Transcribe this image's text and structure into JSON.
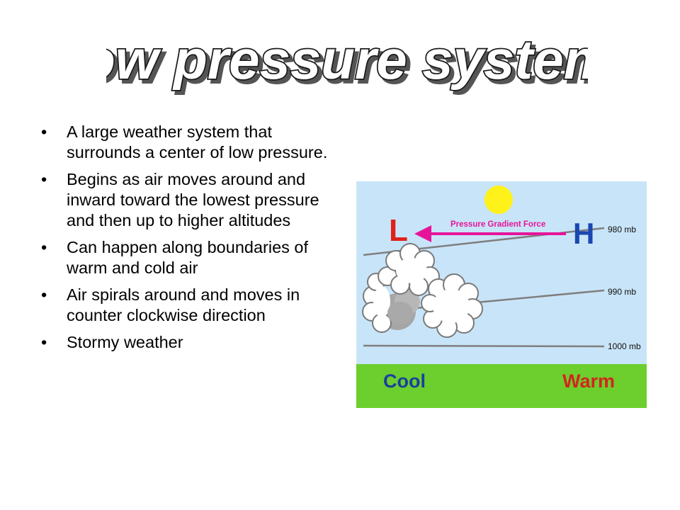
{
  "slide": {
    "title": "Low pressure systems",
    "bullets": [
      "A large weather system that surrounds a center of low pressure.",
      "Begins as air moves around and inward toward the lowest pressure  and then up to higher altitudes",
      "Can happen along boundaries of warm and cold air",
      "Air spirals around and moves in counter clockwise direction",
      "Stormy weather"
    ],
    "bullet_glyph": "•"
  },
  "diagram": {
    "low_label": "L",
    "high_label": "H",
    "arrow_label": "Pressure Gradient Force",
    "isobars": [
      "980 mb",
      "990 mb",
      "1000 mb"
    ],
    "cool_label": "Cool",
    "warm_label": "Warm",
    "colors": {
      "sky": "#c8e4f8",
      "ground": "#6ccf2e",
      "sun": "#fff21a",
      "low": "#e0201a",
      "high": "#1a47b0",
      "arrow": "#e6149a",
      "cool": "#1a3f9c",
      "warm": "#d3261c",
      "title_fill": "#ffffff",
      "title_stroke": "#1a1a1a"
    }
  }
}
